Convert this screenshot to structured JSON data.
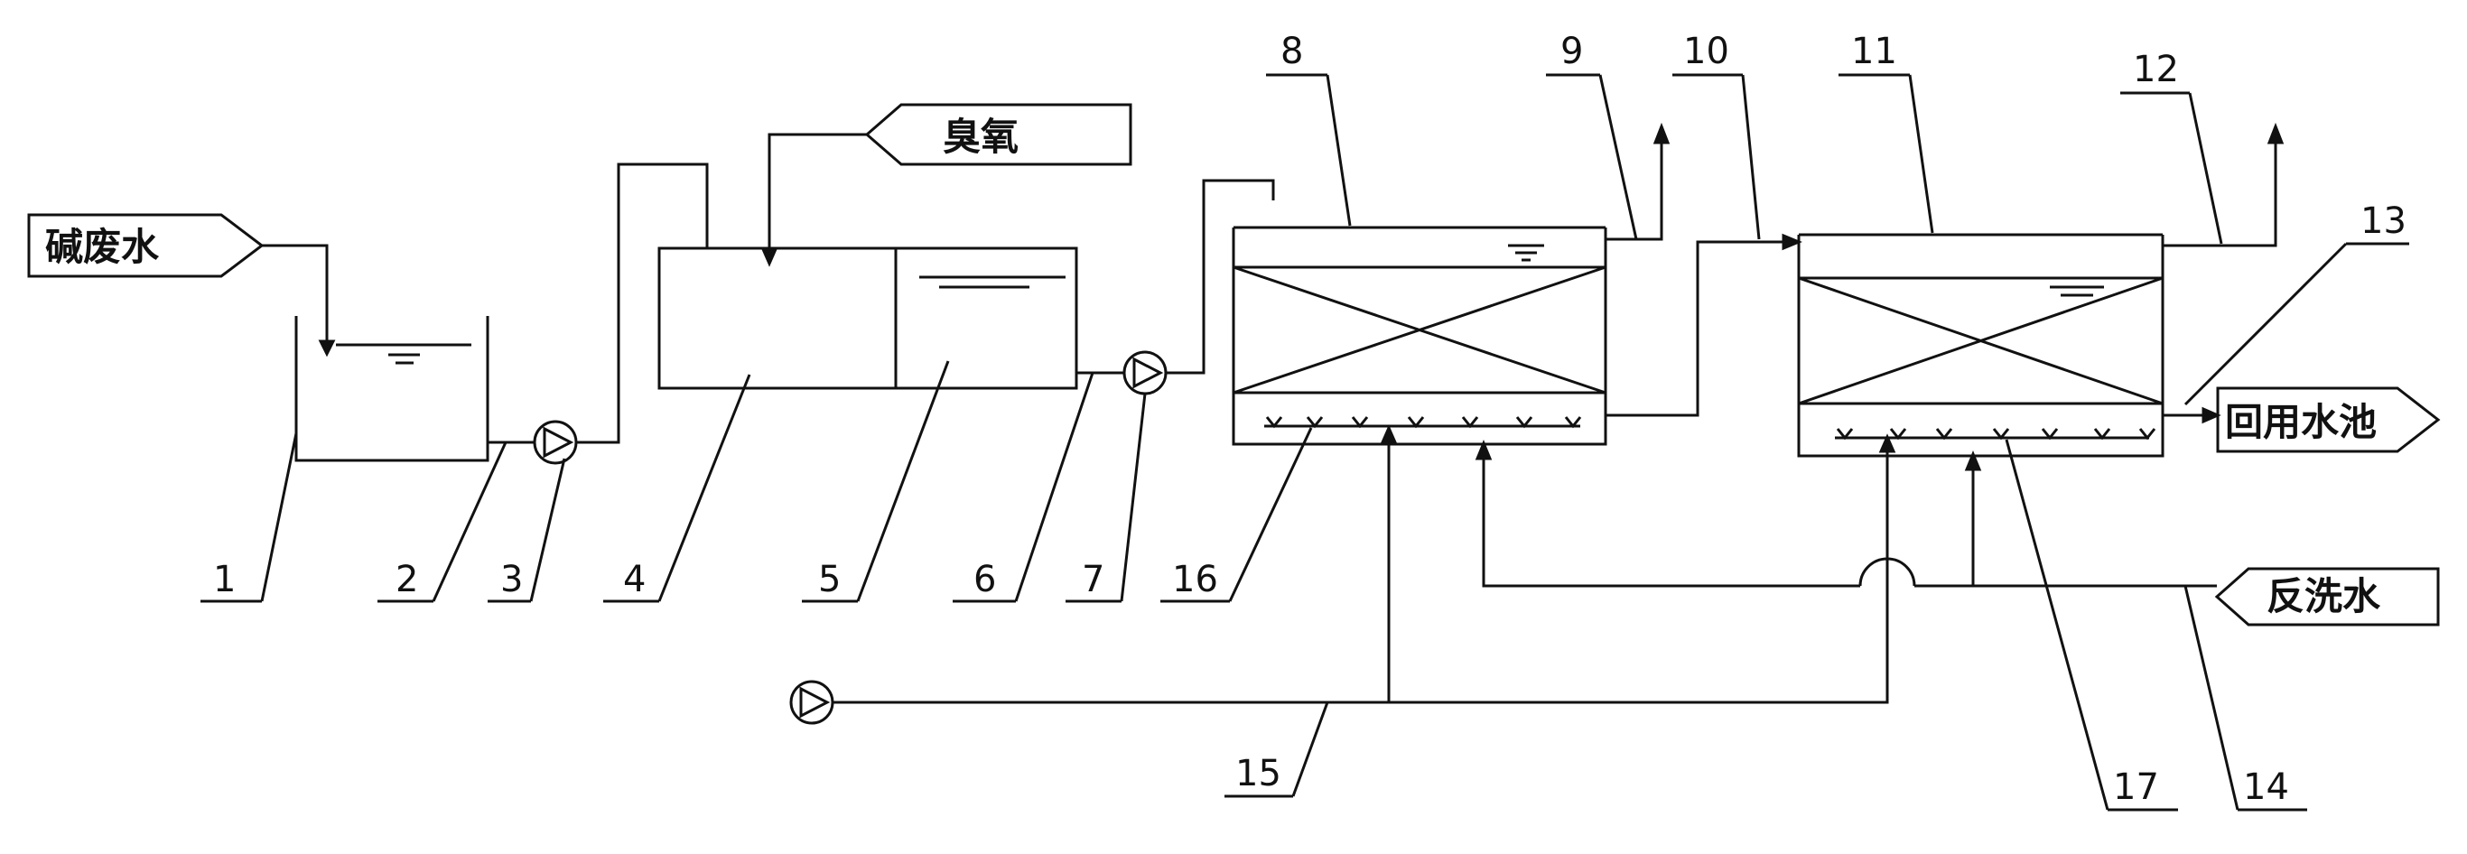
{
  "tags": {
    "alkaline_wastewater": "碱废水",
    "ozone": "臭氧",
    "reuse_pool": "回用水池",
    "backwash_water": "反洗水"
  },
  "numbers": {
    "n1": "1",
    "n2": "2",
    "n3": "3",
    "n4": "4",
    "n5": "5",
    "n6": "6",
    "n7": "7",
    "n8": "8",
    "n9": "9",
    "n10": "10",
    "n11": "11",
    "n12": "12",
    "n13": "13",
    "n14": "14",
    "n15": "15",
    "n16": "16",
    "n17": "17"
  }
}
